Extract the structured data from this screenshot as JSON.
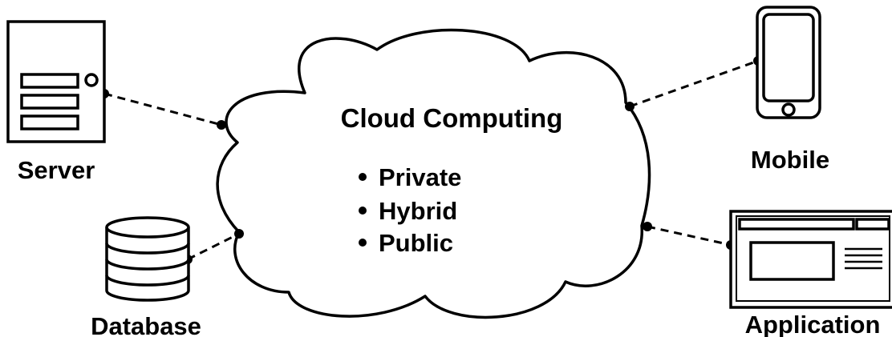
{
  "cloud": {
    "title": "Cloud Computing",
    "items": [
      "Private",
      "Hybrid",
      "Public"
    ]
  },
  "nodes": {
    "server": "Server",
    "database": "Database",
    "mobile": "Mobile",
    "application": "Application"
  },
  "colors": {
    "stroke": "#000000",
    "fill": "#ffffff",
    "background": "#ffffff"
  },
  "icons": {
    "server": "server-icon",
    "database": "database-icon",
    "mobile": "mobile-phone-icon",
    "application": "application-window-icon"
  }
}
